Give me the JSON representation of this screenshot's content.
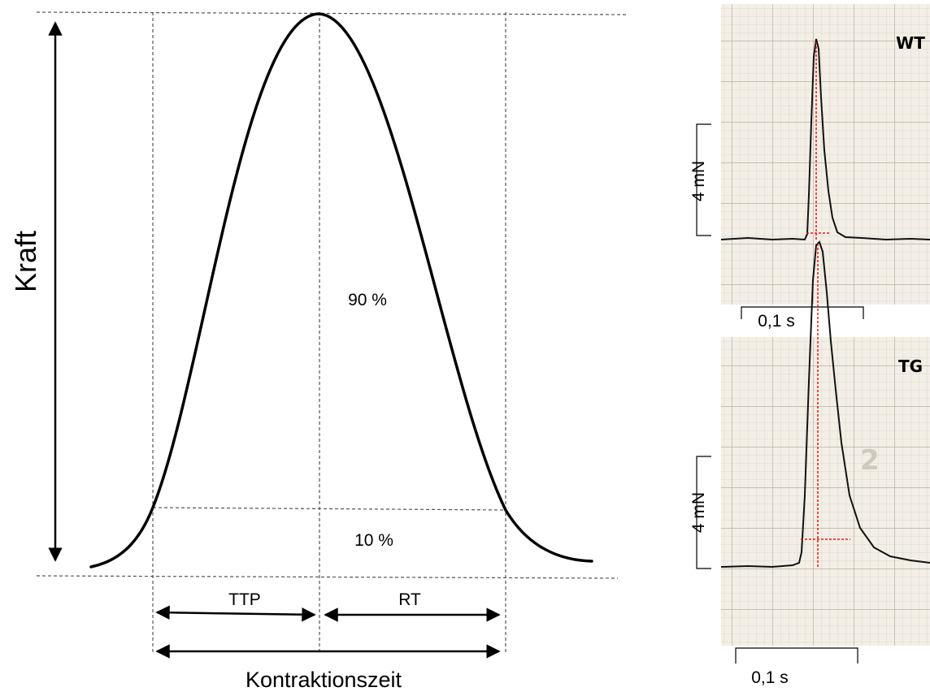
{
  "left_diagram": {
    "y_axis_label": "Kraft",
    "x_axis_label": "Kontraktionszeit",
    "upper_region_label": "90 %",
    "lower_region_label": "10 %",
    "ttp_label": "TTP",
    "rt_label": "RT"
  },
  "traces": [
    {
      "title": "WT",
      "force_scale_label": "4 mN",
      "time_scale_label": "0,1 s",
      "watermark": ""
    },
    {
      "title": "TG",
      "force_scale_label": "4 mN",
      "time_scale_label": "0,1 s",
      "watermark": "2"
    }
  ],
  "colors": {
    "curve": "#000000",
    "guide_line": "#555555",
    "grid_paper": "#f3efe6",
    "grid_minor": "#d8d2c6",
    "grid_major": "#b7b0a2",
    "marker": "#e01b1b"
  }
}
